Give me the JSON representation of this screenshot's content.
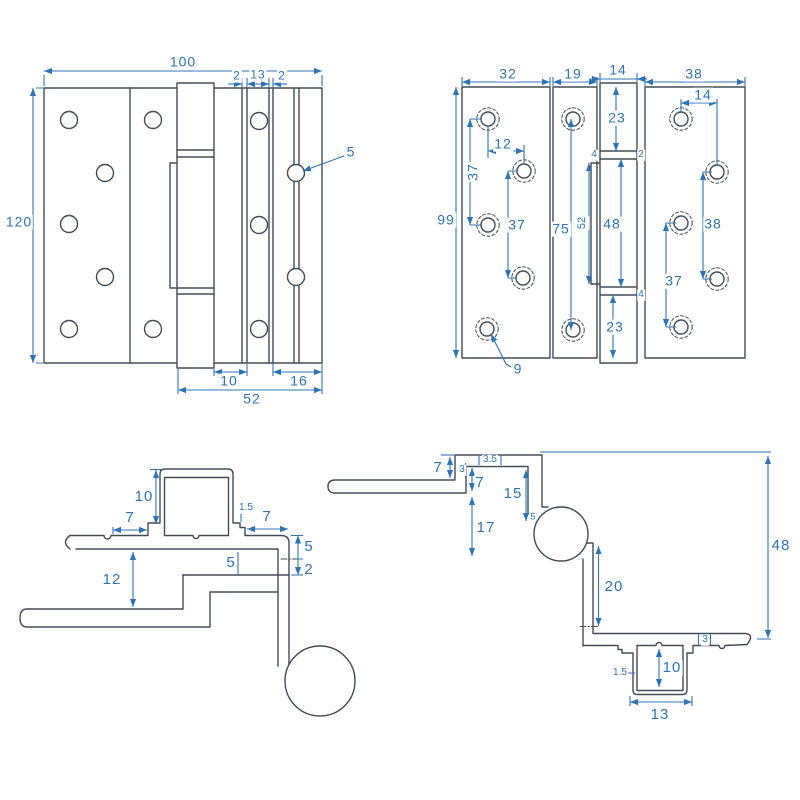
{
  "title": "hinge-technical-drawing",
  "colors": {
    "dimension": "#2e74b5",
    "outline": "#424c56",
    "background": "#ffffff"
  },
  "views": {
    "front": {
      "name": "front-view",
      "dims": {
        "overall_width": "100",
        "overall_height": "120",
        "top_offset_a": "2",
        "top_center": "13",
        "top_offset_b": "2",
        "hole_dia": "5",
        "bottom_inner": "10",
        "bottom_outer": "16",
        "bottom_total": "52"
      }
    },
    "back": {
      "name": "back-view",
      "dims": {
        "plate_a_width": "32",
        "plate_b_width": "19",
        "knuckle_width": "14",
        "plate_c_width": "38",
        "overall_height": "99",
        "hole_pitch_left": "37",
        "hole_offset_left": "12",
        "hole_pitch_left_b": "37",
        "hole_span_mid": "75",
        "knuckle_top": "23",
        "gap_top_left": "4",
        "gap_top_right": "2",
        "barrel_inner": "52",
        "barrel_height": "48",
        "gap_bottom_right": "4",
        "knuckle_bottom": "23",
        "hole_offset_right": "14",
        "hole_pitch_right": "38",
        "hole_pitch_right_b": "37",
        "hole_dia": "9"
      }
    },
    "section_a": {
      "name": "section-left",
      "dims": {
        "box_height": "10",
        "flat_left": "7",
        "lip_thickness": "1.5",
        "flat_right": "7",
        "pin_top": "5",
        "pin_bottom": "2",
        "inset": "5",
        "leaf_gap": "12"
      }
    },
    "section_b": {
      "name": "section-right",
      "dims": {
        "step_height": "7",
        "shelf_thickness": "3.5",
        "step_offset": "3",
        "arm_thickness": "7",
        "drop": "15",
        "pin_gap": "5",
        "clearance": "17",
        "knuckle_drop": "20",
        "overall_height": "48",
        "tip_thickness": "3",
        "box_wall": "1.5",
        "box_height": "10",
        "box_width": "13"
      }
    }
  }
}
